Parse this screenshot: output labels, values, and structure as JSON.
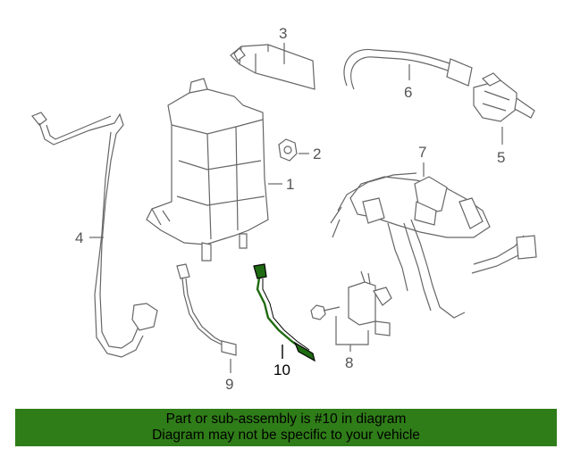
{
  "callouts": {
    "c1": "1",
    "c2": "2",
    "c3": "3",
    "c4": "4",
    "c5": "5",
    "c6": "6",
    "c7": "7",
    "c8": "8",
    "c9": "9",
    "c10": "10"
  },
  "banner": {
    "line1": "Part or sub-assembly is #10 in diagram",
    "line2": "Diagram may not be specific to your vehicle"
  },
  "colors": {
    "banner_bg": "#2f7d18",
    "highlight_part": "#1f6b12",
    "line_art": "#666666"
  }
}
